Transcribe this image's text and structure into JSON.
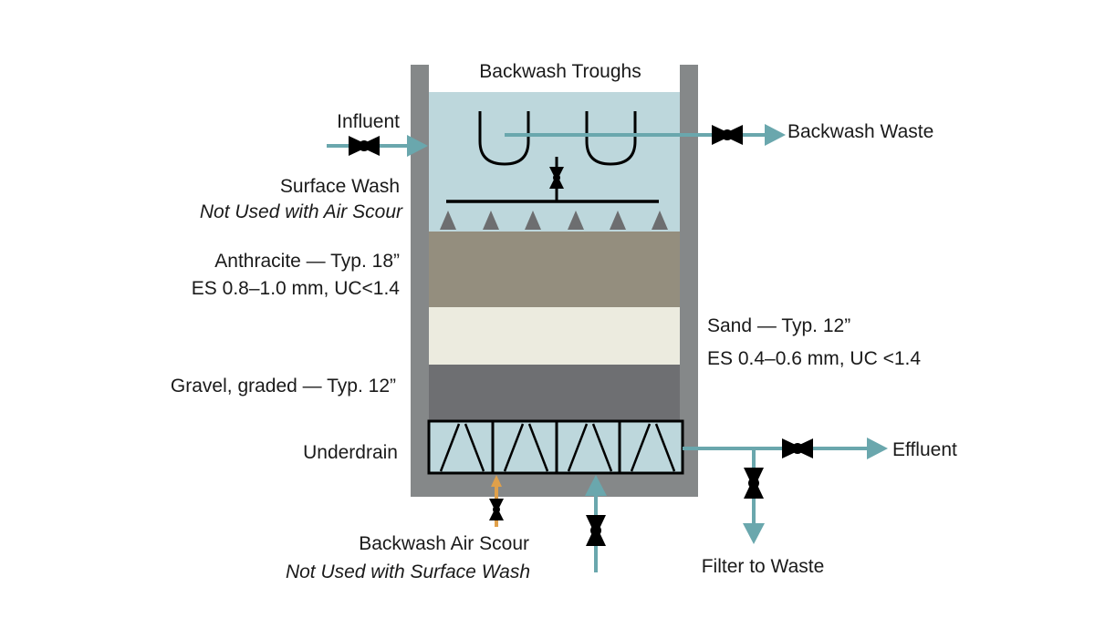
{
  "title": "Granular Media Filter Schematic",
  "colors": {
    "tank_wall": "#858889",
    "water": "#bdd7dc",
    "anthracite": "#948e7e",
    "sand": "#ecebdf",
    "gravel": "#6e6f72",
    "underdrain": "#bdd7dc",
    "pipe_water": "#6aa7ad",
    "pipe_air": "#e0a04a",
    "valve": "#000000",
    "nozzle": "#6d6e70",
    "text": "#1a1a1a"
  },
  "labels": {
    "backwash_troughs": "Backwash Troughs",
    "influent": "Influent",
    "backwash_waste": "Backwash Waste",
    "surface_wash": "Surface Wash",
    "surface_wash_note": "Not Used with Air Scour",
    "anthracite_line1": "Anthracite — Typ. 18”",
    "anthracite_line2": "ES 0.8–1.0 mm, UC<1.4",
    "sand_line1": "Sand — Typ. 12”",
    "sand_line2": "ES 0.4–0.6 mm, UC <1.4",
    "gravel": "Gravel, graded — Typ. 12”",
    "underdrain": "Underdrain",
    "effluent": "Effluent",
    "filter_to_waste": "Filter to Waste",
    "air_scour": "Backwash Air Scour",
    "air_scour_note": "Not Used with Surface Wash"
  },
  "icons": {
    "valve": "bowtie-valve-icon",
    "arrow": "arrowhead-icon",
    "nozzle": "triangle-nozzle-icon",
    "trough": "u-trough-icon"
  }
}
